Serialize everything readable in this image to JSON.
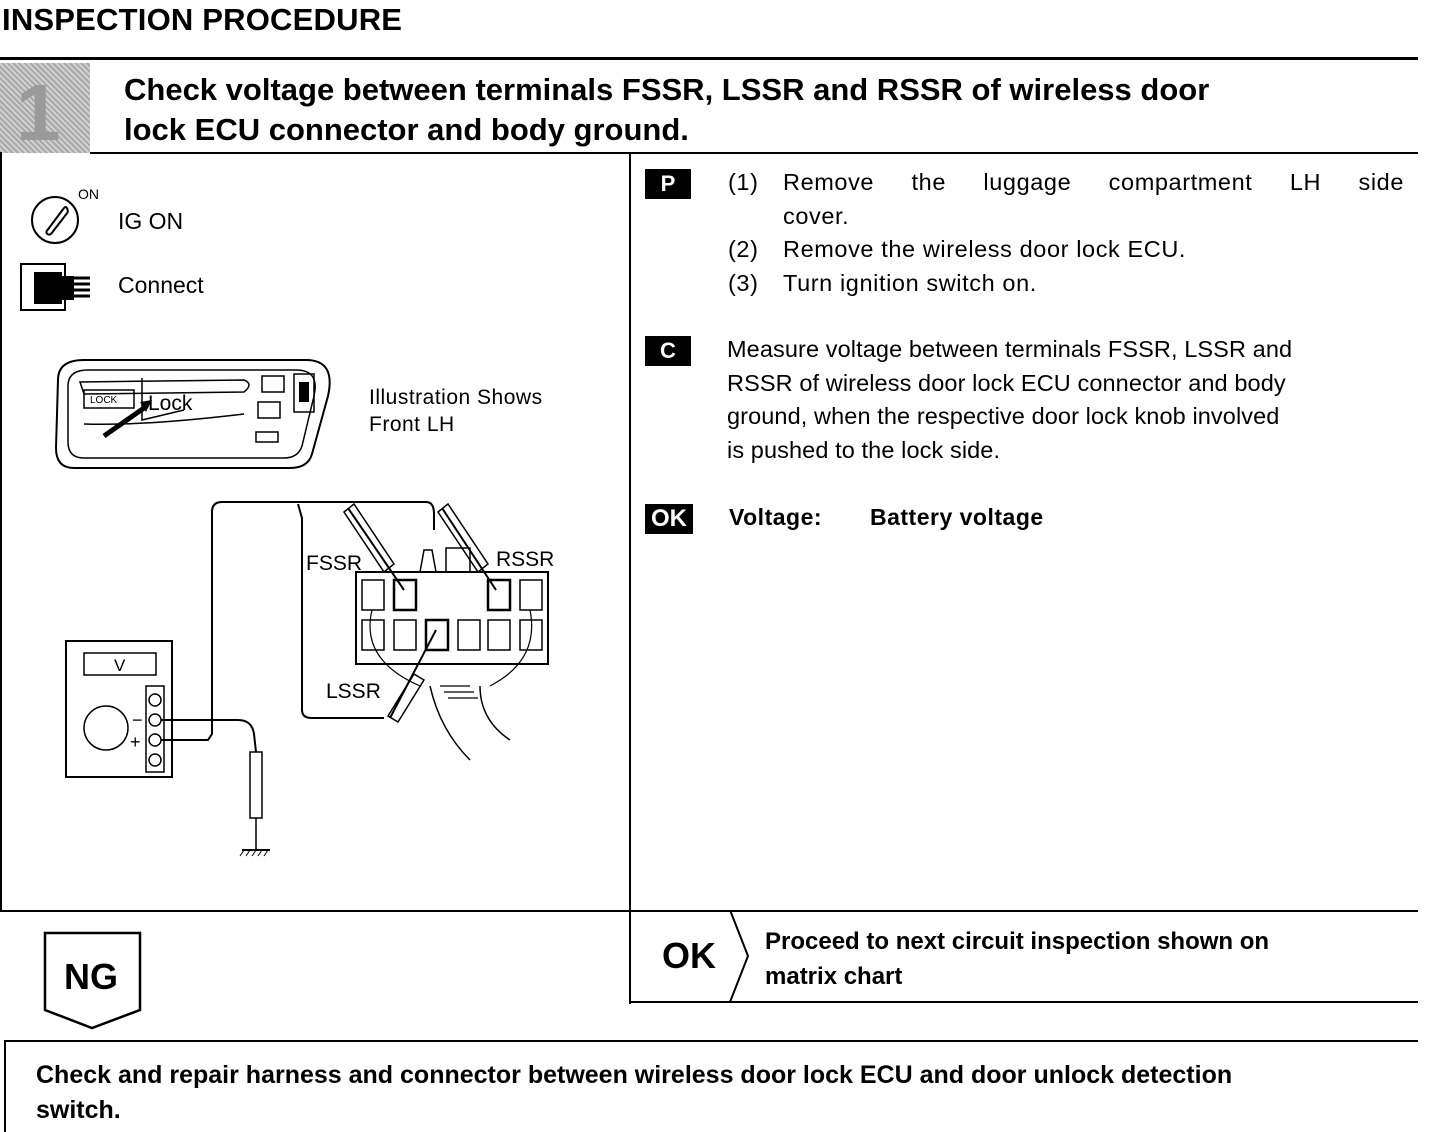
{
  "header": {
    "title": "INSPECTION PROCEDURE"
  },
  "step": {
    "number": "1",
    "title_line1": "Check voltage between terminals FSSR, LSSR and RSSR of wireless door",
    "title_line2": "lock ECU connector and body ground."
  },
  "conditions": {
    "ignition_label": "IG ON",
    "ignition_on_mark": "ON",
    "connect_label": "Connect"
  },
  "illustration": {
    "caption_line1": "Illustration Shows",
    "caption_line2": "Front LH",
    "lock_button_label": "LOCK",
    "lock_label": "Lock",
    "meter_label": "V",
    "terminal_fssr": "FSSR",
    "terminal_rssr": "RSSR",
    "terminal_lssr": "LSSR",
    "minus_sign": "−",
    "plus_sign": "+"
  },
  "prepare": {
    "tag": "P",
    "steps": [
      {
        "num": "(1)",
        "text_line1": "Remove the luggage compartment LH side",
        "text_line2": "cover."
      },
      {
        "num": "(2)",
        "text": "Remove the wireless door lock ECU."
      },
      {
        "num": "(3)",
        "text": "Turn ignition switch on."
      }
    ]
  },
  "check": {
    "tag": "C",
    "line1": "Measure voltage between terminals FSSR, LSSR and",
    "line2": "RSSR of wireless door lock ECU connector and body",
    "line3": "ground, when the respective door lock knob involved",
    "line4": "is pushed to the lock side."
  },
  "ok_spec": {
    "tag": "OK",
    "label": "Voltage:",
    "value": "Battery voltage"
  },
  "result_ok": {
    "label": "OK",
    "text_line1": "Proceed to next circuit inspection shown on",
    "text_line2": "matrix chart"
  },
  "result_ng": {
    "label": "NG"
  },
  "repair": {
    "line1": "Check and repair harness and connector between wireless door lock ECU and door unlock detection",
    "line2": "switch."
  }
}
